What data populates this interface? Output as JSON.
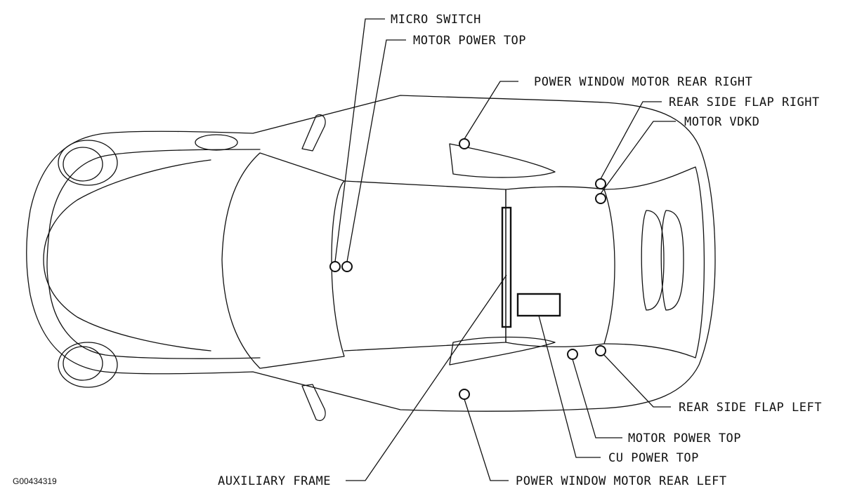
{
  "figure_id": "G00434319",
  "labels": {
    "micro_switch": "MICRO SWITCH",
    "motor_power_top_upper": "MOTOR POWER TOP",
    "power_window_motor_rear_right": "POWER WINDOW MOTOR REAR RIGHT",
    "rear_side_flap_right": "REAR SIDE FLAP RIGHT",
    "motor_vdkd": "MOTOR VDKD",
    "rear_side_flap_left": "REAR SIDE FLAP LEFT",
    "motor_power_top_lower": "MOTOR POWER TOP",
    "cu_power_top": "CU POWER TOP",
    "auxiliary_frame": "AUXILIARY FRAME",
    "power_window_motor_rear_left": "POWER WINDOW MOTOR REAR LEFT"
  }
}
